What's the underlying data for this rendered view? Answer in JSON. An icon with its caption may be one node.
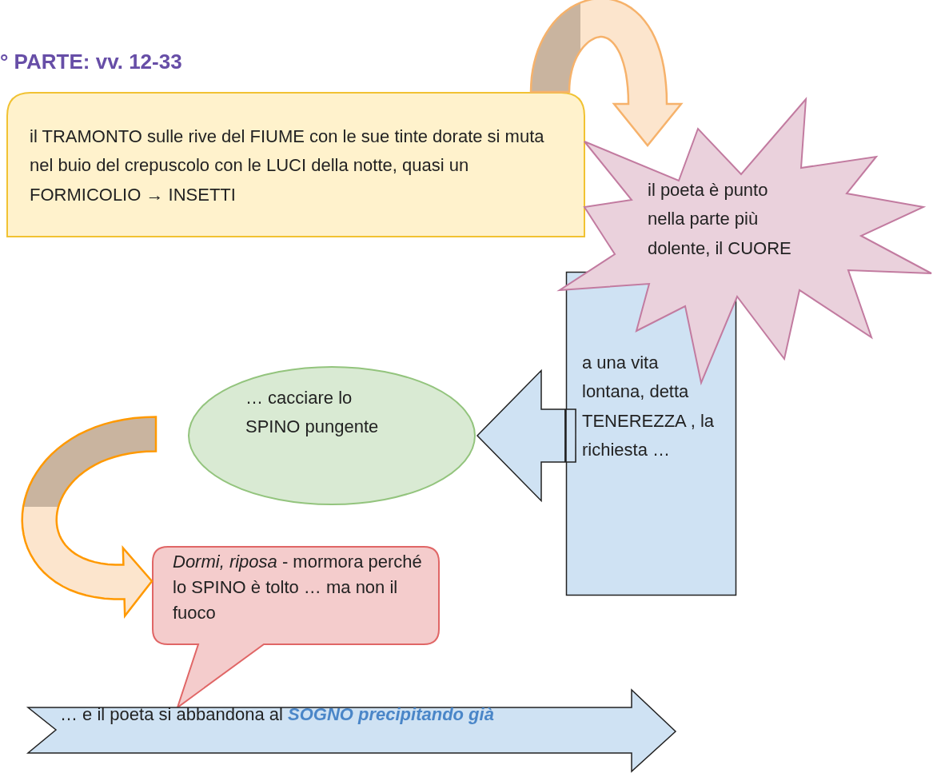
{
  "diagram": {
    "title": "° PARTE: vv. 12-33",
    "nodes": [
      {
        "text": [
          "il TRAMONTO sulle rive del FIUME con le sue tinte dorate si muta nel buio del crepuscolo con le LUCI della notte, quasi un FORMICOLIO → INSETTI"
        ]
      },
      {
        "text": [
          "il poeta è punto nella parte più dolente, il CUORE"
        ]
      },
      {
        "text": [
          "a una vita lontana, detta TENEREZZA , la richiesta …"
        ]
      },
      {
        "text": [
          "… cacciare lo SPINO pungente"
        ]
      },
      {
        "text": [
          "*Dormi, riposa* - mormora perché lo SPINO è tolto … ma non il fuoco"
        ]
      },
      {
        "text": [
          "… e il poeta si abbandona al *SOGNO precipitando già*"
        ]
      }
    ],
    "edges": [
      {
        "from": 0,
        "to": 1,
        "arrow": "to"
      },
      {
        "from": 2,
        "to": 3,
        "arrow": "to",
        "color": "#cfe2f3"
      },
      {
        "from": 3,
        "to": 4,
        "arrow": "to"
      }
    ]
  }
}
